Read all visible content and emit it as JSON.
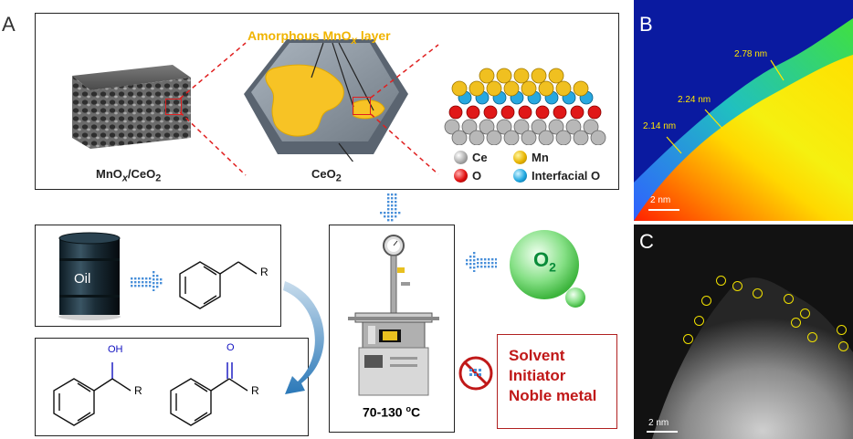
{
  "panels": {
    "a": "A",
    "b": "B",
    "c": "C"
  },
  "top_panel": {
    "amorphous_label": "Amorphous MnO",
    "amorphous_sub": "x",
    "amorphous_suffix": " layer",
    "composite_main": "MnO",
    "composite_sub": "x",
    "composite_suffix": "/CeO",
    "composite_sub2": "2",
    "ceo2_main": "CeO",
    "ceo2_sub": "2",
    "legend": {
      "ce": "Ce",
      "mn": "Mn",
      "o": "O",
      "interfacial_o": "Interfacial O"
    }
  },
  "reaction": {
    "oil_label": "Oil",
    "r_group": "R",
    "oh_label": "OH",
    "o_label": "O",
    "temperature": "70-130 ",
    "temp_sup": "o",
    "temp_unit": "C",
    "o2_main": "O",
    "o2_sub": "2"
  },
  "free_of": {
    "items": [
      "Solvent",
      "Initiator",
      "Noble metal"
    ]
  },
  "micrographs": {
    "b_scale": "2 nm",
    "c_scale": "2 nm",
    "measurements": [
      "2.78 nm",
      "2.24 nm",
      "2.14 nm"
    ]
  },
  "colors": {
    "amorphous_yellow": "#f7c325",
    "ceo2_gray": "#8e9aa6",
    "arrow_blue": "#4a90d9",
    "free_red": "#c01818",
    "o2_green": "#5ed35e"
  }
}
